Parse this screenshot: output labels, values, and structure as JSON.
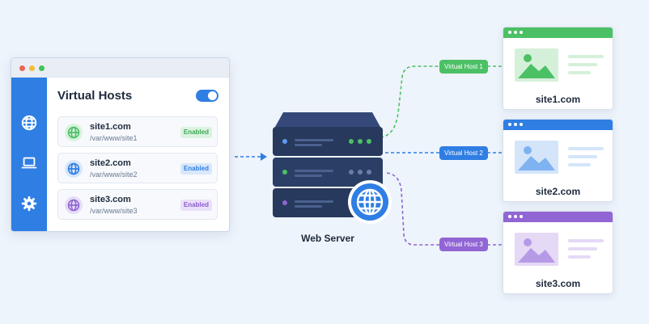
{
  "colors": {
    "background": "#eef4fb",
    "primary_blue": "#2f7ee3",
    "green": "#4cc065",
    "purple": "#9165d4",
    "server_dark": "#27395c"
  },
  "panel": {
    "title": "Virtual Hosts",
    "toggle_on": true,
    "sidebar_icons": [
      "globe-icon",
      "laptop-icon",
      "gear-icon"
    ],
    "sites": [
      {
        "name": "site1.com",
        "path": "/var/www/site1",
        "status": "Enabled",
        "color": "#4cc065",
        "icon": "globe-icon"
      },
      {
        "name": "site2.com",
        "path": "/var/www/site2",
        "status": "Enabled",
        "color": "#2f7ee3",
        "icon": "globe-icon"
      },
      {
        "name": "site3.com",
        "path": "/var/www/site3",
        "status": "Enabled",
        "color": "#9165d4",
        "icon": "globe-icon"
      }
    ]
  },
  "server": {
    "label": "Web Server",
    "icon": "server-icon",
    "badge_icon": "globe-icon"
  },
  "vhosts": [
    {
      "label": "Virtual Host 1",
      "color": "#4cc065"
    },
    {
      "label": "Virtual Host 2",
      "color": "#2f7ee3"
    },
    {
      "label": "Virtual Host 3",
      "color": "#9165d4"
    }
  ],
  "websites": [
    {
      "name": "site1.com",
      "color": "#4cc065",
      "thumb_color": "#d5f0d9",
      "icon": "image-icon"
    },
    {
      "name": "site2.com",
      "color": "#2f7ee3",
      "thumb_color": "#d4e5fa",
      "icon": "image-icon"
    },
    {
      "name": "site3.com",
      "color": "#9165d4",
      "thumb_color": "#e5d9f6",
      "icon": "image-icon"
    }
  ]
}
